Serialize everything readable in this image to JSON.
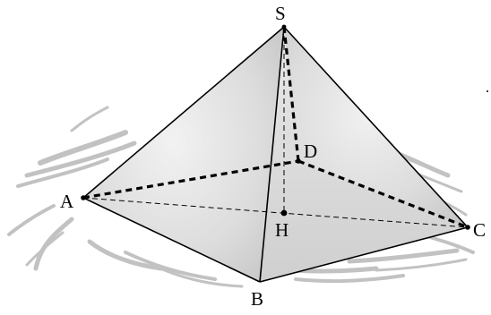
{
  "diagram": {
    "labels": {
      "S": "S",
      "A": "A",
      "B": "B",
      "C": "C",
      "D": "D",
      "H": "H"
    },
    "colors": {
      "stroke": "#000000",
      "face_light": "#f0f0f0",
      "face_dark": "#c8c8c8",
      "swirl": "#b8b8b8"
    }
  }
}
